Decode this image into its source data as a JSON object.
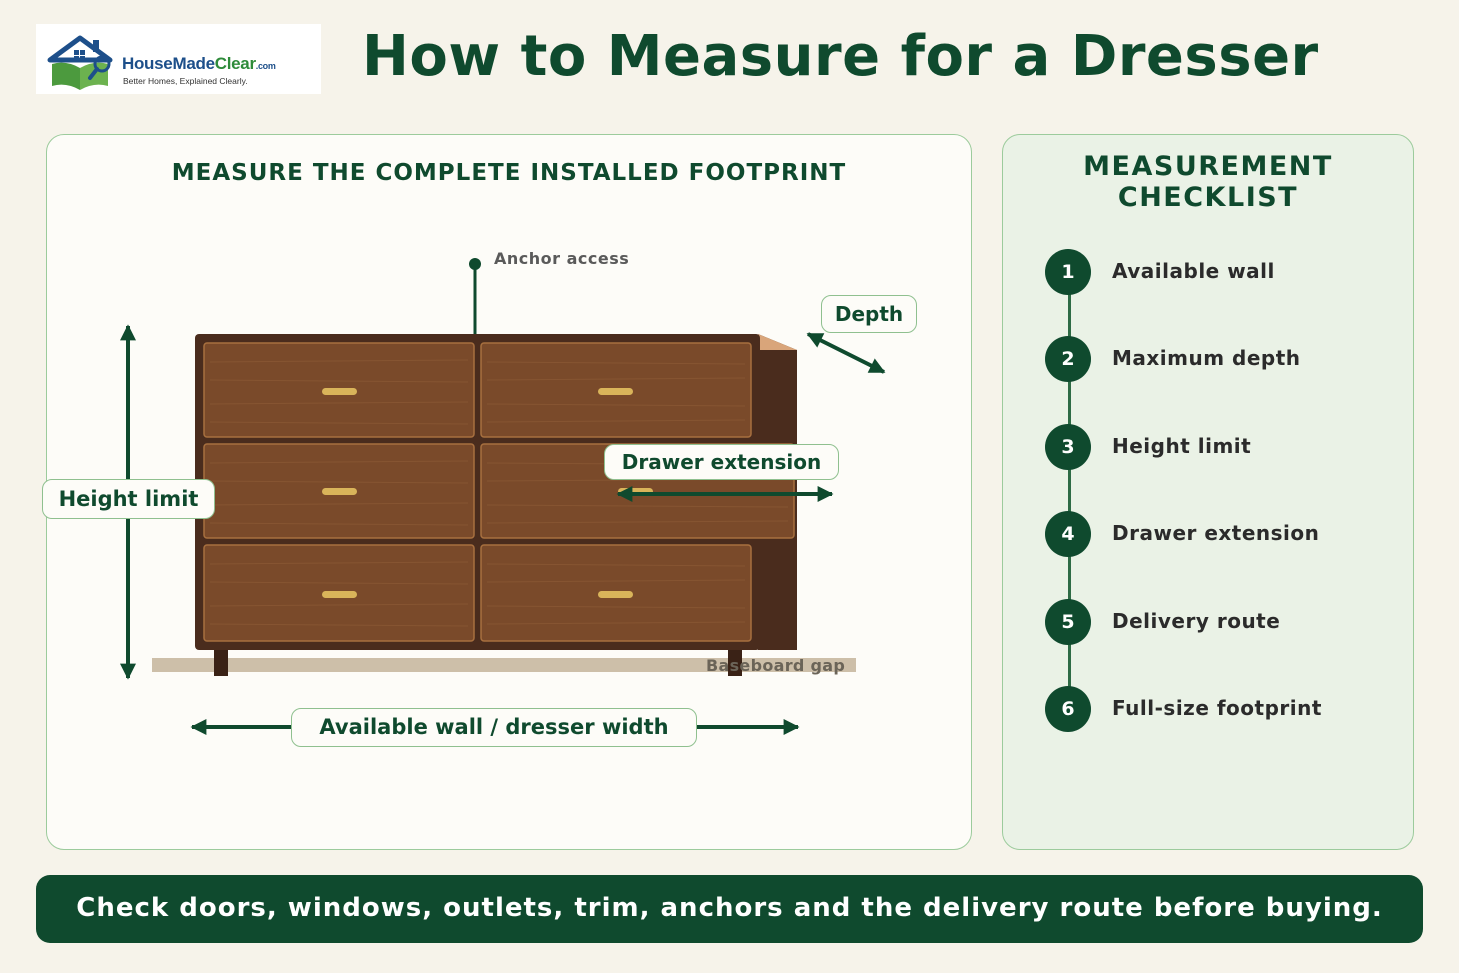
{
  "brand": {
    "name_part1": "House",
    "name_part2": "Made",
    "name_part3": "Clear",
    "name_suffix": ".com",
    "tagline": "Better Homes, Explained Clearly."
  },
  "title": "How to Measure for a Dresser",
  "diagram": {
    "heading": "MEASURE THE COMPLETE INSTALLED FOOTPRINT",
    "labels": {
      "anchor_access": "Anchor access",
      "depth": "Depth",
      "drawer_extension": "Drawer extension",
      "height_limit": "Height limit",
      "baseboard_gap": "Baseboard gap",
      "width": "Available wall / dresser width"
    }
  },
  "checklist": {
    "title_line1": "MEASUREMENT",
    "title_line2": "CHECKLIST",
    "items": [
      {
        "num": "1",
        "label": "Available wall"
      },
      {
        "num": "2",
        "label": "Maximum depth"
      },
      {
        "num": "3",
        "label": "Height limit"
      },
      {
        "num": "4",
        "label": "Drawer extension"
      },
      {
        "num": "5",
        "label": "Delivery route"
      },
      {
        "num": "6",
        "label": "Full-size footprint"
      }
    ]
  },
  "footer": "Check doors, windows, outlets, trim, anchors and the delivery route before buying.",
  "colors": {
    "primary_green": "#0f4a2e",
    "panel_border": "#9ccb9c",
    "dresser_wood": "#7a4a2a",
    "handle_brass": "#d9b45a"
  }
}
